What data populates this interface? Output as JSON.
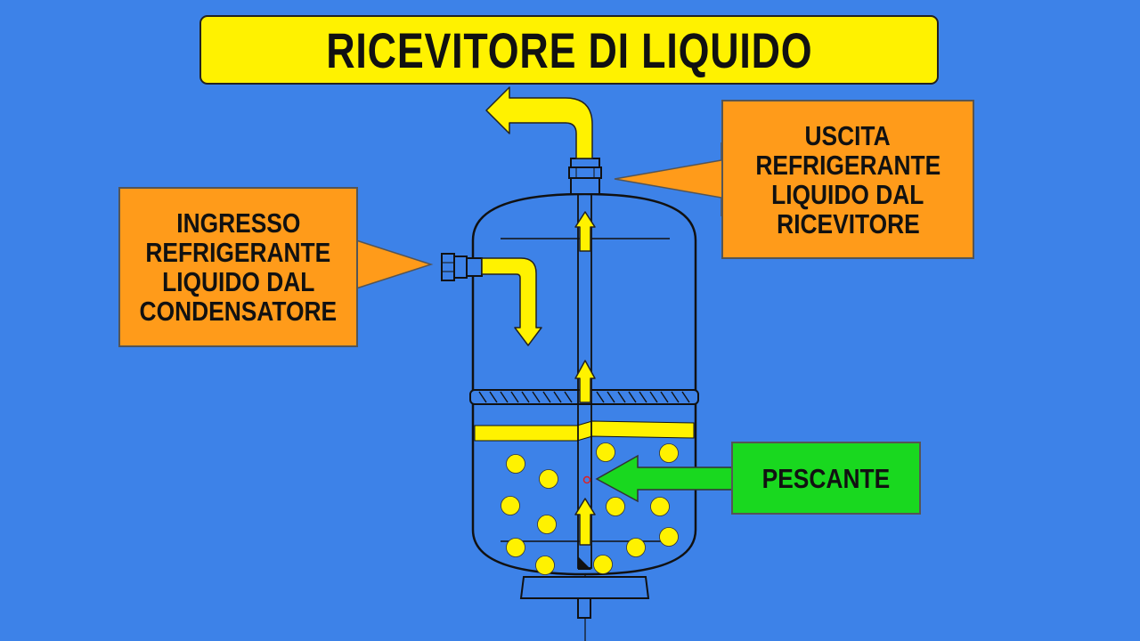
{
  "title": "RICEVITORE DI LIQUIDO",
  "labels": {
    "outlet": [
      "USCITA",
      "REFRIGERANTE",
      "LIQUIDO DAL",
      "RICEVITORE"
    ],
    "inlet": [
      "INGRESSO",
      "REFRIGERANTE",
      "LIQUIDO DAL",
      "CONDENSATORE"
    ],
    "dip_tube": "PESCANTE"
  },
  "colors": {
    "background": "#3d82e8",
    "title_bg": "#fff200",
    "arrow_yellow": "#fff200",
    "label_orange": "#ff9b1a",
    "label_green": "#19d81f",
    "outline": "#111111"
  }
}
